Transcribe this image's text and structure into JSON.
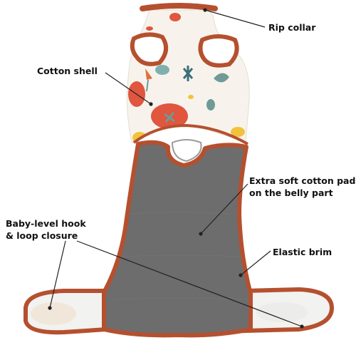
{
  "callouts": {
    "rip_collar": "Rip collar",
    "cotton_shell": "Cotton shell",
    "pad_line1": "Extra soft cotton pad",
    "pad_line2": "on the belly part",
    "elastic_brim": "Elastic brim",
    "hook_line1": "Baby-level hook",
    "hook_line2": "& loop closure"
  },
  "colors": {
    "trim": "#b5502f",
    "shell": "#f7f3ec",
    "pad": "#6d6d6d",
    "closure_white": "#f2f2f0",
    "print_red": "#e0563f",
    "print_teal": "#6f9a95",
    "print_yellow": "#f2c23a",
    "line": "#222222"
  },
  "icons": [
    "garment-illustration"
  ]
}
